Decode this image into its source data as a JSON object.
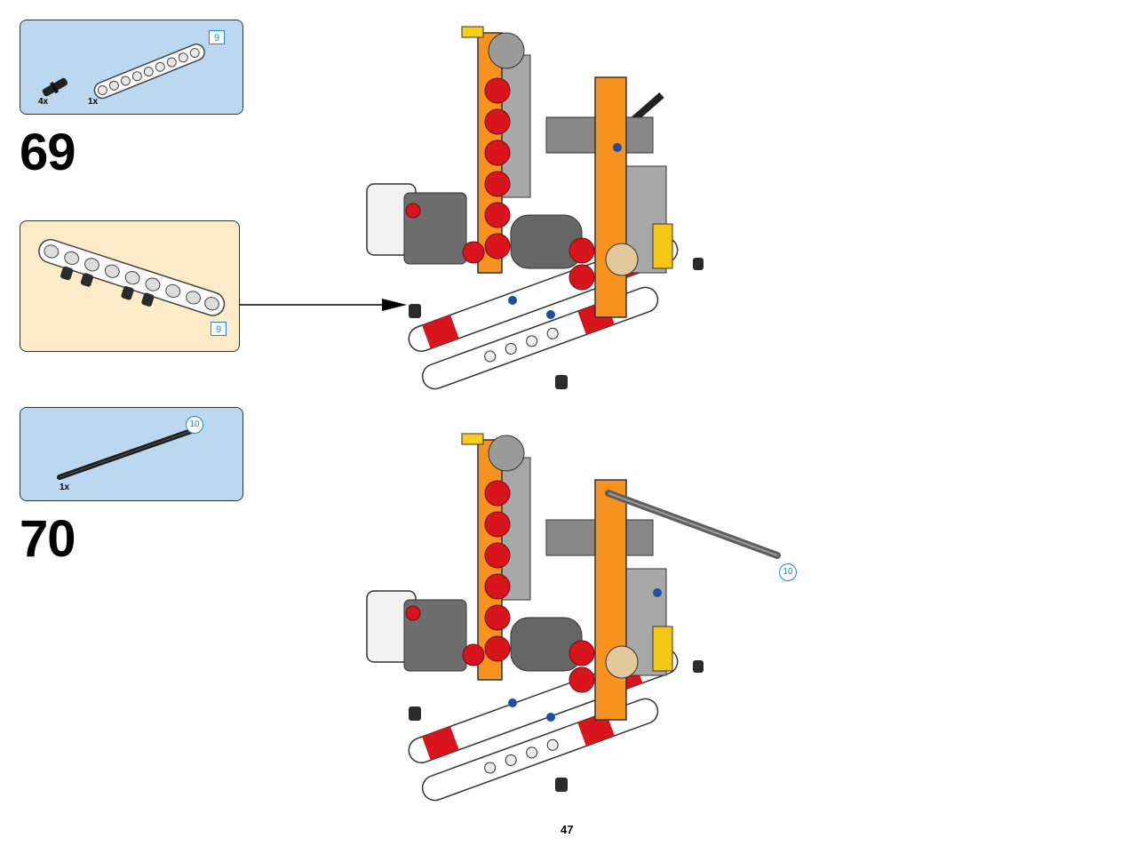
{
  "steps": [
    {
      "number": "69",
      "parts": [
        {
          "icon": "pin-part-icon",
          "qty": "4x"
        },
        {
          "icon": "beam-part-icon",
          "qty": "1x",
          "length": "9"
        }
      ],
      "subassembly": {
        "icon": "beam-subassembly-icon",
        "length": "9"
      }
    },
    {
      "number": "70",
      "parts": [
        {
          "icon": "axle-part-icon",
          "qty": "1x",
          "length": "10"
        }
      ],
      "callout_length": "10"
    }
  ],
  "page_number": "47",
  "colors": {
    "parts_box_blue": "#bcd8f1",
    "subassembly_box_tan": "#fdebc9",
    "length_indicator": "#1a8fc7",
    "orange_beam": "#f7931e",
    "red_gear": "#d8141c",
    "gray_beam": "#a8a8a8"
  }
}
